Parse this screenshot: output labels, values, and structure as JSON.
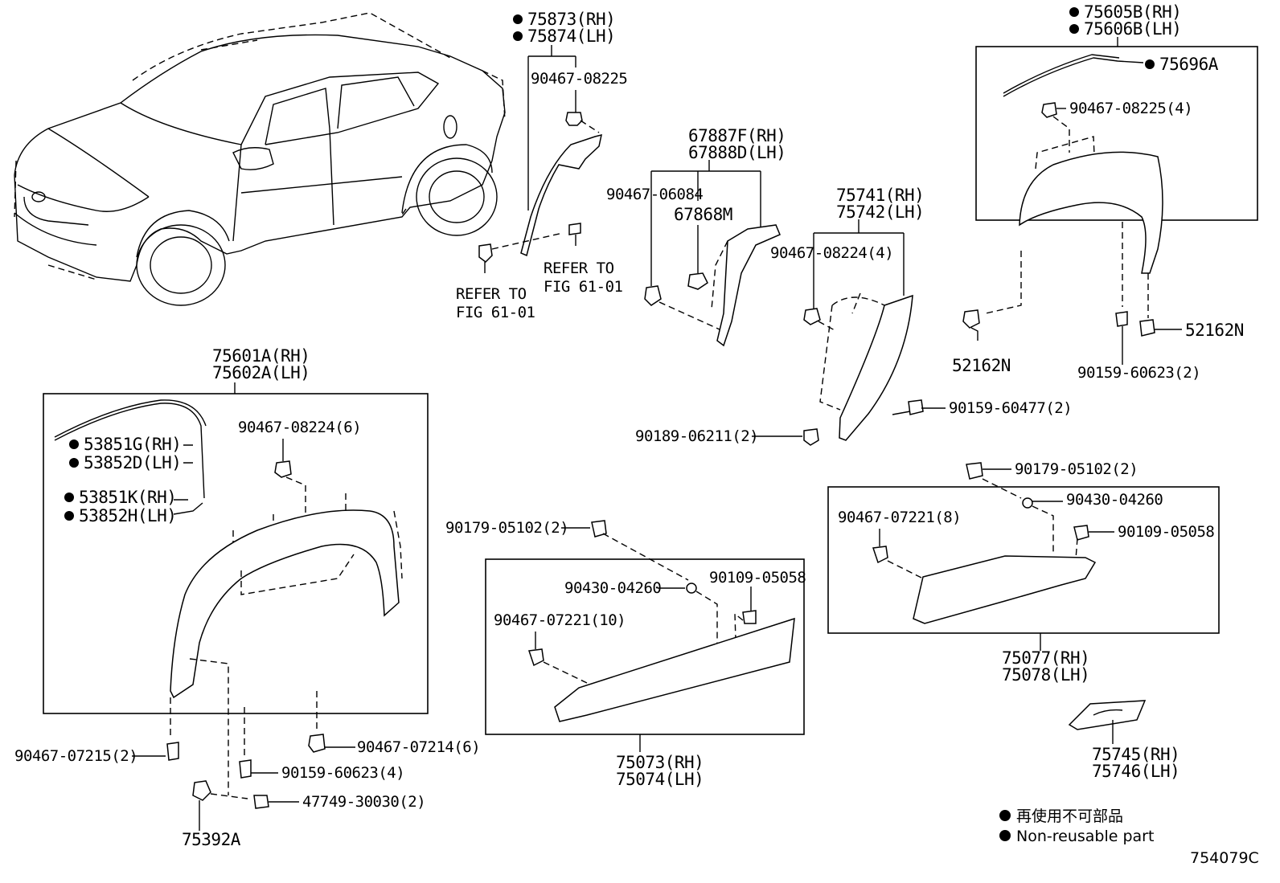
{
  "labels": {
    "p75873": "75873(RH)",
    "p75874": "75874(LH)",
    "p90467_08225_a": "90467-08225",
    "refer1a": "REFER TO",
    "refer1b": "FIG 61-01",
    "refer2a": "REFER TO",
    "refer2b": "FIG 61-01",
    "p67887": "67887F(RH)",
    "p67888": "67888D(LH)",
    "p90467_06084": "90467-06084",
    "p67868": "67868M",
    "p75741": "75741(RH)",
    "p75742": "75742(LH)",
    "p90467_08224_4": "90467-08224(4)",
    "p75605": "75605B(RH)",
    "p75606": "75606B(LH)",
    "p75696": "75696A",
    "p90467_08225_4": "90467-08225(4)",
    "p52162_a": "52162N",
    "p52162_b": "52162N",
    "p90159_60623_2": "90159-60623(2)",
    "p90159_60477": "90159-60477(2)",
    "p90189_06211": "90189-06211(2)",
    "p75601": "75601A(RH)",
    "p75602": "75602A(LH)",
    "p53851G": "53851G(RH)",
    "p53852D": "53852D(LH)",
    "p53851K": "53851K(RH)",
    "p53852H": "53852H(LH)",
    "p90467_08224_6": "90467-08224(6)",
    "p90467_07215": "90467-07215(2)",
    "p90467_07214": "90467-07214(6)",
    "p90159_60623_4": "90159-60623(4)",
    "p47749": "47749-30030(2)",
    "p75392": "75392A",
    "p90179_a": "90179-05102(2)",
    "p90430_a": "90430-04260",
    "p90109_a": "90109-05058",
    "p90467_07221_10": "90467-07221(10)",
    "p75073": "75073(RH)",
    "p75074": "75074(LH)",
    "p90179_b": "90179-05102(2)",
    "p90430_b": "90430-04260",
    "p90109_b": "90109-05058",
    "p90467_07221_8": "90467-07221(8)",
    "p75077": "75077(RH)",
    "p75078": "75078(LH)",
    "p75745": "75745(RH)",
    "p75746": "75746(LH)"
  },
  "legend": {
    "jp": "再使用不可部品",
    "en": "Non-reusable part"
  },
  "figure_code": "754079C",
  "colors": {
    "ink": "#000000",
    "paper": "#ffffff"
  }
}
